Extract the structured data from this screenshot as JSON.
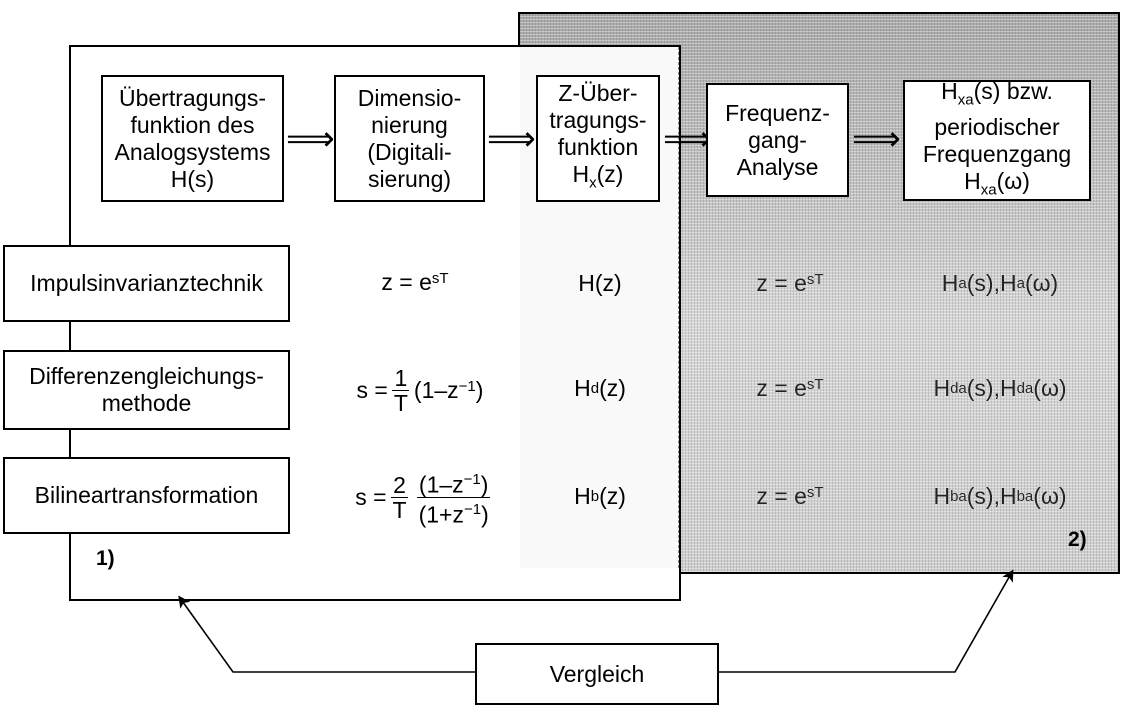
{
  "header": {
    "box1": [
      "Übertragungs-",
      "funktion des",
      "Analogsystems",
      "H(s)"
    ],
    "box2": [
      "Dimensio-",
      "nierung",
      "(Digitali-",
      "sierung)"
    ],
    "box3": [
      "Z-Über-",
      "tragungs-",
      "funktion",
      "H",
      "x",
      "(z)"
    ],
    "box4": [
      "Frequenz-",
      "gang-",
      "Analyse"
    ],
    "box5_line1": [
      "H",
      "xa",
      "(s) bzw."
    ],
    "box5_line2": "periodischer",
    "box5_line3": "Frequenzgang",
    "box5_line4": [
      "H",
      "xa",
      "(ω)"
    ],
    "arrow": "⟹"
  },
  "methods": [
    {
      "label": "Impulsinvarianztechnik"
    },
    {
      "label": [
        "Differenzengleichungs-",
        "methode"
      ]
    },
    {
      "label": "Bilineartransformation"
    }
  ],
  "formulas": {
    "impuls": {
      "lhs": "z = e",
      "exp": "sT"
    },
    "diff": {
      "lhs": "s =",
      "num": "1",
      "den": "T",
      "rhs": "(1–z",
      "exp": "−1",
      "close": ")"
    },
    "bilin": {
      "lhs": "s =",
      "num": "2",
      "den": "T",
      "fnum_a": "(1–z",
      "fnum_exp": "−1",
      "fnum_b": ")",
      "fden_a": "(1+z",
      "fden_exp": "−1",
      "fden_b": ")"
    }
  },
  "zfuncs": [
    {
      "base": "H(z)"
    },
    {
      "base": "H",
      "sub": "d",
      "tail": "(z)"
    },
    {
      "base": "H",
      "sub": "b",
      "tail": "(z)"
    }
  ],
  "right_formulas": [
    {
      "lhs": "z = e",
      "exp": "sT"
    },
    {
      "lhs": "z = e",
      "exp": "sT"
    },
    {
      "lhs": "z = e",
      "exp": "sT"
    }
  ],
  "right_results": [
    {
      "a": "H",
      "a_sub": "a",
      "a_tail": "(s), ",
      "b": "H",
      "b_sub": "a",
      "b_tail": "(ω)"
    },
    {
      "a": "H",
      "a_sub": "da",
      "a_tail": "(s), ",
      "b": "H",
      "b_sub": "da",
      "b_tail": "(ω)"
    },
    {
      "a": "H",
      "a_sub": "ba",
      "a_tail": "(s), ",
      "b": "H",
      "b_sub": "ba",
      "b_tail": "(ω)"
    }
  ],
  "labels": {
    "panel1": "1)",
    "panel2": "2)"
  },
  "compare": "Vergleich"
}
